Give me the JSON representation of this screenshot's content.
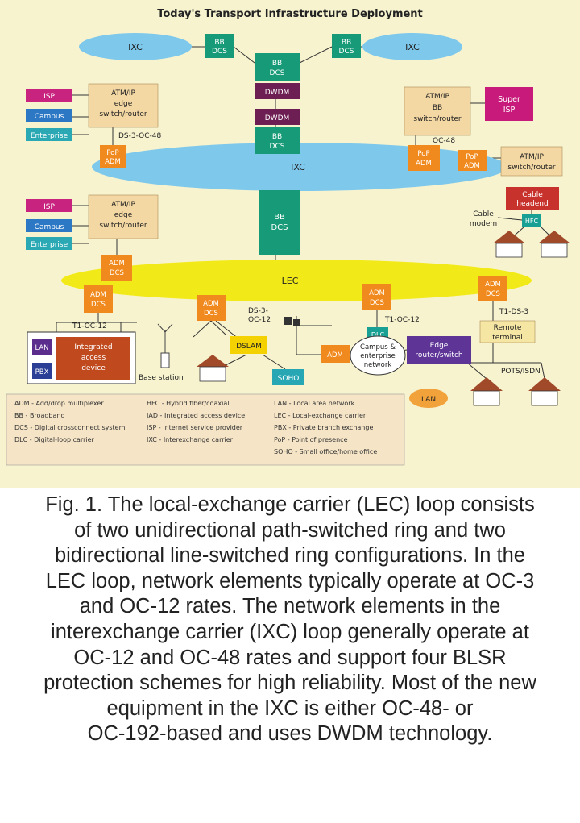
{
  "title": "Today's Transport Infrastructure Deployment",
  "colors": {
    "background": "#f7f3cf",
    "ixc_cloud": "#7ec8ec",
    "lec_ring": "#f2ea18",
    "dcs": "#179a77",
    "dwdm": "#6d1e52",
    "adm": "#f08a1e",
    "router": "#f4d8a4",
    "isp": "#c8237e",
    "campus": "#2d78c4",
    "enterprise": "#2aa9b4",
    "super_isp": "#c71a7a",
    "cable_headend": "#c8322c",
    "hfc": "#17a093",
    "dslam": "#f4d100",
    "soho": "#27a7b3",
    "lan": "#5b2d8c",
    "pbx": "#2b3f96",
    "iad": "#c04a1e",
    "edge": "#5e3497",
    "remote": "#f5e6a4",
    "house": "#a04a2a",
    "lan_cloud": "#f2a23a"
  },
  "nodes": {
    "ixc_left": "IXC",
    "ixc_right": "IXC",
    "ixc_center": "IXC",
    "lec": "LEC",
    "bb_dcs": [
      "BB",
      "DCS"
    ],
    "dwdm": "DWDM",
    "isp": "ISP",
    "campus": "Campus",
    "enterprise": "Enterprise",
    "atm_router": [
      "ATM/IP",
      "edge",
      "switch/router"
    ],
    "atm_bb_router": [
      "ATM/IP",
      "BB",
      "switch/router"
    ],
    "atm_switch_router": [
      "ATM/IP",
      "switch/router"
    ],
    "super_isp": [
      "Super",
      "ISP"
    ],
    "pop_adm": [
      "PoP",
      "ADM"
    ],
    "adm_dcs": [
      "ADM",
      "DCS"
    ],
    "adm": "ADM",
    "cable_headend": [
      "Cable",
      "headend"
    ],
    "hfc": "HFC",
    "cable_modem": [
      "Cable",
      "modem"
    ],
    "lan": "LAN",
    "pbx": "PBX",
    "iad": [
      "Integrated",
      "access",
      "device"
    ],
    "dslam": "DSLAM",
    "soho": "SOHO",
    "dlc": "DLC",
    "campus_network": [
      "Campus &",
      "enterprise",
      "network"
    ],
    "edge_router": [
      "Edge",
      "router/switch"
    ],
    "remote_terminal": [
      "Remote",
      "terminal"
    ],
    "base_station": "Base station",
    "lan_cloud": "LAN"
  },
  "link_labels": {
    "ds3_oc48": "DS-3-OC-48",
    "oc48": "OC-48",
    "t1_oc12_left": "T1-OC-12",
    "ds3_oc12": [
      "DS-3-",
      "OC-12"
    ],
    "t1_oc12_mid": "T1-OC-12",
    "t1_ds3": "T1-DS-3",
    "pots_isdn": "POTS/ISDN"
  },
  "legend": [
    [
      "ADM - Add/drop multiplexer",
      "HFC - Hybrid fiber/coaxial",
      "LAN - Local area network"
    ],
    [
      "BB - Broadband",
      "IAD - Integrated access device",
      "LEC - Local-exchange carrier"
    ],
    [
      "DCS - Digital crossconnect system",
      "ISP - Internet service provider",
      "PBX - Private branch exchange"
    ],
    [
      "DLC - Digital-loop carrier",
      "IXC - Interexchange carrier",
      "PoP - Point of presence"
    ],
    [
      "",
      "",
      "SOHO - Small office/home office"
    ]
  ],
  "caption": "Fig. 1. The local-exchange carrier (LEC) loop consists\nof two unidirectional path-switched ring and two\nbidirectional line-switched ring configurations. In the\nLEC loop, network elements typically operate at OC-3\nand OC-12 rates. The network elements in the\ninterexchange carrier (IXC) loop generally operate at\nOC-12 and OC-48 rates and support four BLSR\nprotection schemes for high reliability. Most of the new\nequipment in the IXC is either OC-48- or\nOC-192-based and uses DWDM technology."
}
